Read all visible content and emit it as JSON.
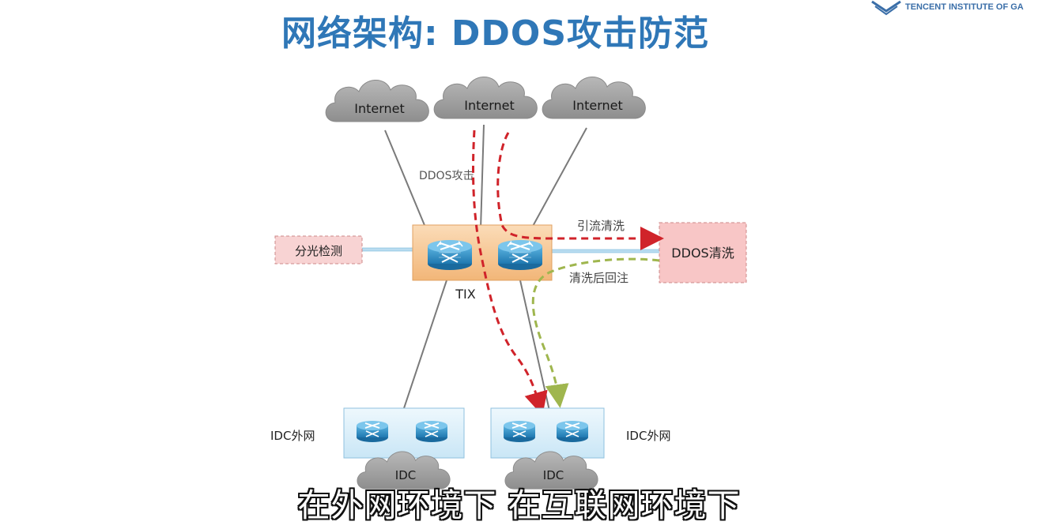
{
  "header": {
    "title": "网络架构: DDOS攻击防范",
    "logo_text": "TENCENT INSTITUTE OF GA"
  },
  "diagram": {
    "clouds": [
      {
        "label": "Internet"
      },
      {
        "label": "Internet"
      },
      {
        "label": "Internet"
      }
    ],
    "attack_label": "DDOS攻击",
    "divert_label": "引流清洗",
    "reinject_label": "清洗后回注",
    "detect_box": "分光检测",
    "scrub_box": "DDOS清洗",
    "tix_label": "TIX",
    "idc_left_label": "IDC外网",
    "idc_right_label": "IDC外网",
    "idc_clouds": [
      {
        "label": "IDC"
      },
      {
        "label": "IDC"
      }
    ],
    "colors": {
      "cloud": "#9a9a9a",
      "tix_box": "#f7c795",
      "idc_box": "#d9eefa",
      "scrub_box": "#f8c6c6",
      "attack_arrow": "#d0232a",
      "return_arrow": "#9fb64e",
      "link": "#b9dcf0",
      "router": "#2d8fc6"
    }
  },
  "subtitle": "在外网环境下 在互联网环境下"
}
